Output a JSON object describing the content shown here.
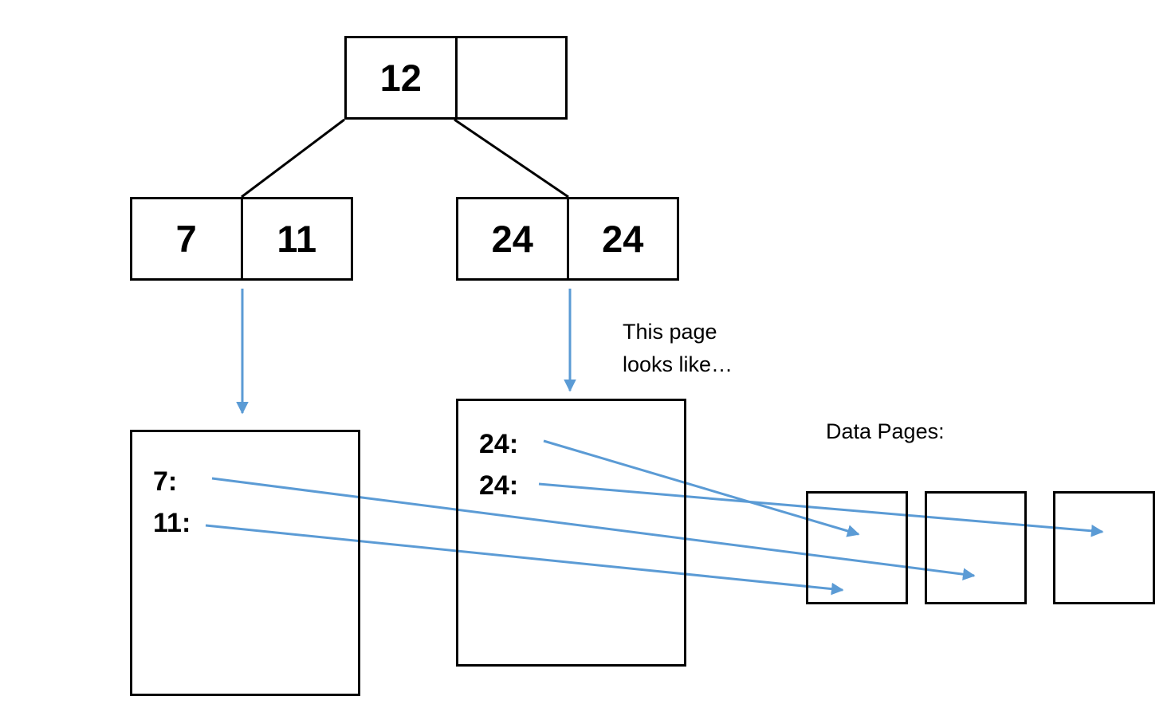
{
  "diagram": {
    "title_text_hidden": "",
    "colors": {
      "arrow_blue": "#5B9BD5",
      "box_black": "#000000",
      "background": "#FFFFFF"
    },
    "tree": {
      "root": {
        "name": "root-node",
        "cells": [
          "12",
          ""
        ]
      },
      "children": [
        {
          "name": "internal-node-left",
          "cells": [
            "7",
            "11"
          ]
        },
        {
          "name": "internal-node-right",
          "cells": [
            "24",
            "24"
          ]
        }
      ]
    },
    "leaf_pages": [
      {
        "name": "leaf-page-left",
        "entries": [
          "7:",
          "11:"
        ]
      },
      {
        "name": "leaf-page-middle",
        "entries": [
          "24:",
          "24:"
        ]
      }
    ],
    "annotations": {
      "this_page_looks_like": "This page\nlooks like…",
      "data_pages_label": "Data Pages:"
    },
    "data_pages": [
      {
        "name": "data-page-1",
        "content": ""
      },
      {
        "name": "data-page-2",
        "content": ""
      },
      {
        "name": "data-page-3",
        "content": ""
      }
    ]
  }
}
